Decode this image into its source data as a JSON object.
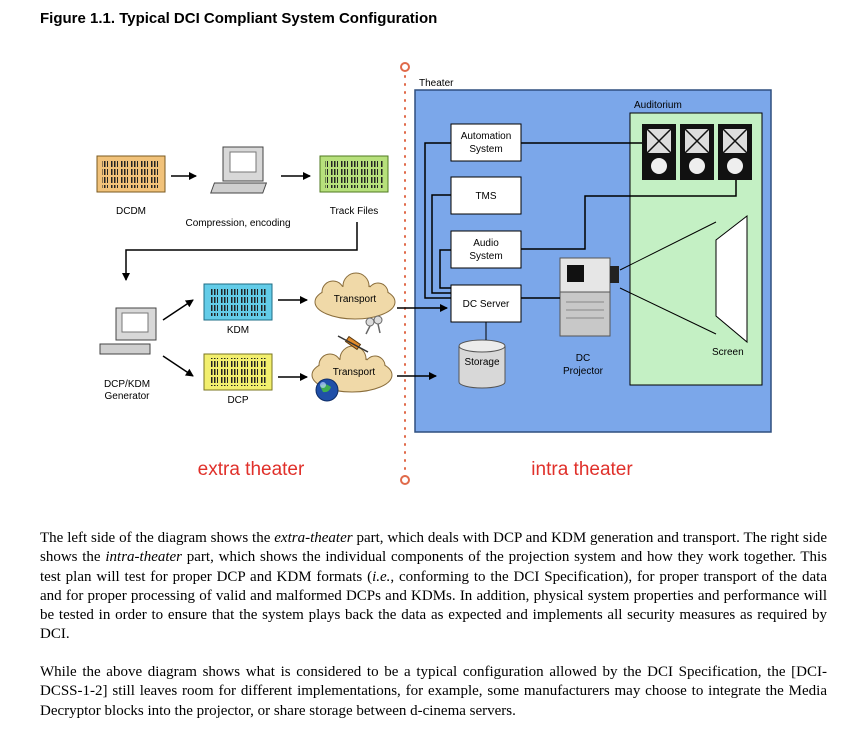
{
  "figure": {
    "title": "Figure 1.1. Typical DCI Compliant System Configuration"
  },
  "diagram": {
    "zones": {
      "theater": "Theater",
      "auditorium": "Auditorium",
      "extra": "extra theater",
      "intra": "intra theater"
    },
    "extra_nodes": {
      "dcdm": "DCDM",
      "compression": "Compression, encoding",
      "track_files": "Track Files",
      "kdm": "KDM",
      "dcp": "DCP",
      "generator_line1": "DCP/KDM",
      "generator_line2": "Generator",
      "transport_top": "Transport",
      "transport_bottom": "Transport"
    },
    "intra_nodes": {
      "automation_line1": "Automation",
      "automation_line2": "System",
      "tms": "TMS",
      "audio_line1": "Audio",
      "audio_line2": "System",
      "dc_server": "DC Server",
      "storage": "Storage",
      "projector_line1": "DC",
      "projector_line2": "Projector",
      "screen": "Screen"
    },
    "colors": {
      "theater_fill": "#7ba7ea",
      "auditorium_fill": "#c4f0c4",
      "dcdm_doc": "#f1c27a",
      "track_doc": "#b7e07c",
      "kdm_doc": "#63cce8",
      "dcp_doc": "#f2ef6e",
      "cloud": "#f0d9a8",
      "divider": "#e06a4a",
      "zone_label": "#e0302a"
    }
  },
  "body": {
    "p1": {
      "s1": "The left side of the diagram shows the ",
      "s1_em": "extra-theater",
      "s2": " part, which deals with DCP and KDM generation and transport. The right side shows the ",
      "s2_em": "intra-theater",
      "s3": " part, which shows the individual components of the projection system and how they work together. This test plan will test for proper DCP and KDM formats (",
      "s3_em": "i.e.",
      "s4": ", conforming to the DCI Specification), for proper transport of the data and for proper processing of valid and malformed DCPs and KDMs. In addition, physical system properties and performance will be tested in order to ensure that the system plays back the data as expected and implements all security measures as required by DCI."
    },
    "p2": "While the above diagram shows what is considered to be a typical configuration allowed by the DCI Specification, the [DCI-DCSS-1-2] still leaves room for different implementations, for example, some manufacturers may choose to integrate the Media Decryptor blocks into the projector, or share storage between d-cinema servers."
  }
}
